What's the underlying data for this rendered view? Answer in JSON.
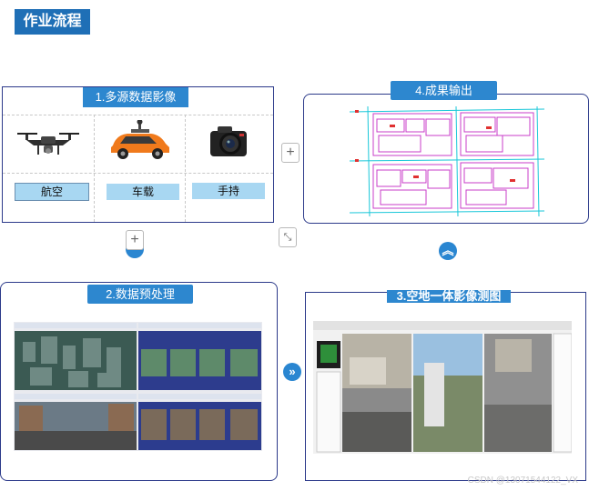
{
  "page_title": "作业流程",
  "box1": {
    "title": "1.多源数据影像",
    "items": [
      {
        "label": "航空",
        "icon": "drone-icon"
      },
      {
        "label": "车载",
        "icon": "car-icon"
      },
      {
        "label": "手持",
        "icon": "camera-icon"
      }
    ]
  },
  "box2": {
    "title": "2.数据预处理"
  },
  "box3": {
    "title": "3.空地一体影像测图"
  },
  "box4": {
    "title": "4.成果输出"
  },
  "controls": {
    "plus": "+",
    "expand": "⤡"
  },
  "watermark": "CSDN @13071544122_VX",
  "colors": {
    "accent": "#2d87cf",
    "title_bg": "#1f6fb6",
    "border": "#2c3a8a",
    "label_bg": "#a8d7f2"
  }
}
